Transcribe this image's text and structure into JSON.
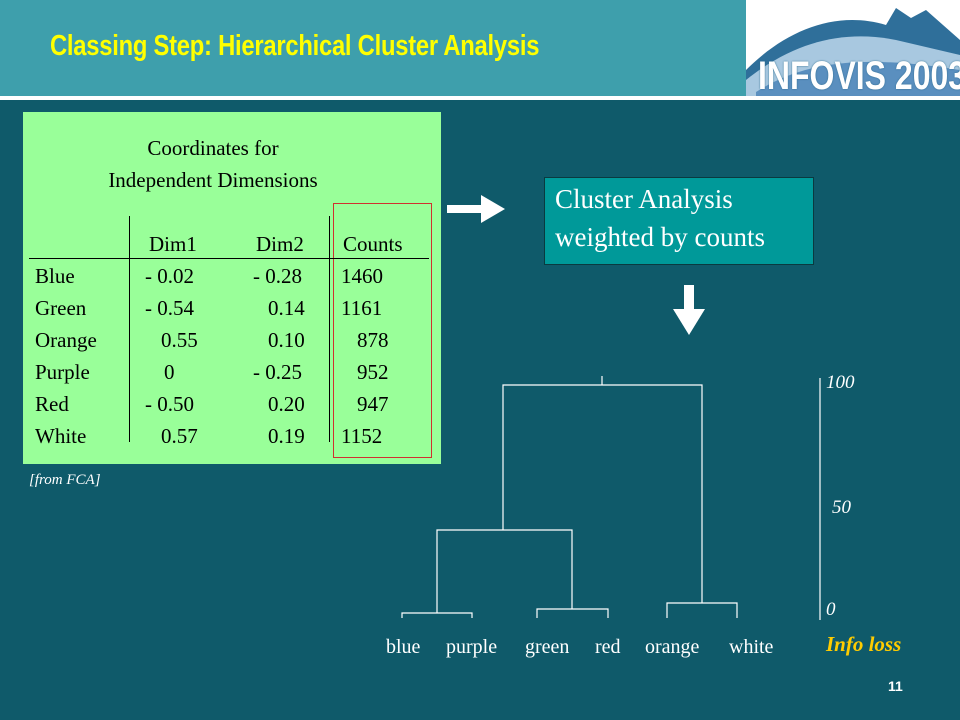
{
  "slide": {
    "title": "Classing Step: Hierarchical Cluster Analysis",
    "logo_text": "INFOVIS 2003",
    "page_number": "11"
  },
  "table": {
    "caption_line1": "Coordinates for",
    "caption_line2": "Independent Dimensions",
    "headers": [
      "Dim1",
      "Dim2",
      "Counts"
    ],
    "rows": [
      {
        "label": "Blue",
        "dim1": "- 0.02",
        "dim2": "- 0.28",
        "counts": "1460"
      },
      {
        "label": "Green",
        "dim1": "- 0.54",
        "dim2": "0.14",
        "counts": "1161"
      },
      {
        "label": "Orange",
        "dim1": "0.55",
        "dim2": "0.10",
        "counts": "878"
      },
      {
        "label": "Purple",
        "dim1": "0",
        "dim2": "- 0.25",
        "counts": "952"
      },
      {
        "label": "Red",
        "dim1": "- 0.50",
        "dim2": "0.20",
        "counts": "947"
      },
      {
        "label": "White",
        "dim1": "0.57",
        "dim2": "0.19",
        "counts": "1152"
      }
    ],
    "source_note": "[from FCA]"
  },
  "cluster_box": {
    "line1": "Cluster Analysis",
    "line2": "weighted by counts"
  },
  "dendrogram": {
    "leaves": [
      "blue",
      "purple",
      "green",
      "red",
      "orange",
      "white"
    ],
    "scale_ticks": [
      "100",
      "50",
      "0"
    ],
    "scale_label": "Info loss"
  },
  "colors": {
    "background": "#0f5a6a",
    "header": "#3e9fac",
    "title": "#ffff00",
    "table_fill": "#99ff99",
    "cluster_box_fill": "#009999",
    "counts_highlight": "#d03030",
    "info_loss_label": "#ffcc00"
  },
  "icons": [
    "arrow-right-icon",
    "arrow-down-icon",
    "infovis-mountain-logo"
  ]
}
